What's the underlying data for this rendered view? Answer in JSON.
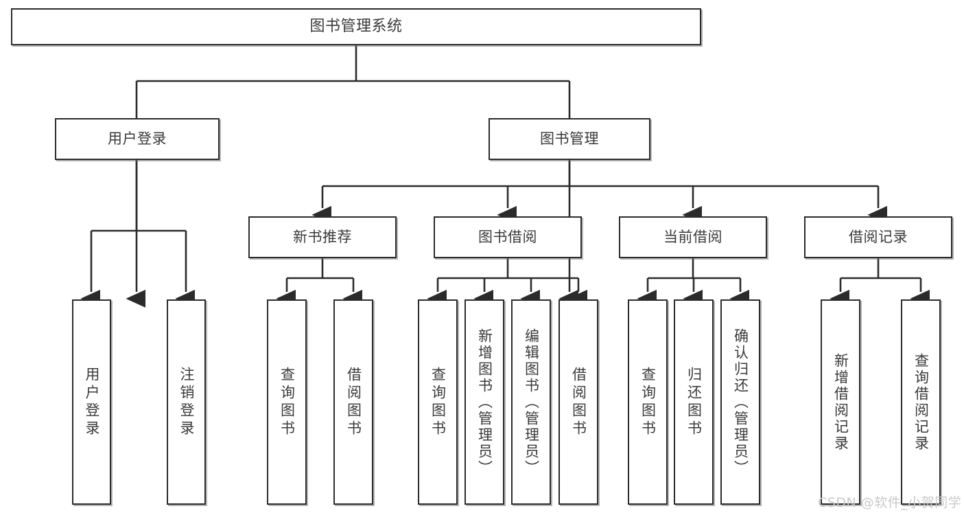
{
  "diagram": {
    "type": "tree-hierarchy-chart",
    "title": "图书管理系统",
    "root": {
      "id": "root",
      "label": "图书管理系统",
      "orientation": "horizontal"
    },
    "level2": [
      {
        "id": "user-login",
        "label": "用户登录",
        "orientation": "horizontal"
      },
      {
        "id": "book-manage",
        "label": "图书管理",
        "orientation": "horizontal"
      }
    ],
    "level3": [
      {
        "id": "new-book-recommend",
        "label": "新书推荐",
        "orientation": "horizontal"
      },
      {
        "id": "book-borrow",
        "label": "图书借阅",
        "orientation": "horizontal"
      },
      {
        "id": "current-borrow",
        "label": "当前借阅",
        "orientation": "horizontal"
      },
      {
        "id": "borrow-record",
        "label": "借阅记录",
        "orientation": "horizontal"
      }
    ],
    "leaves": {
      "user_login": [
        {
          "id": "leaf-user-login",
          "label": "用户登录"
        },
        {
          "id": "leaf-logout-login",
          "label": "注销登录"
        }
      ],
      "new_book_recommend": [
        {
          "id": "leaf-query-book-1",
          "label": "查询图书"
        },
        {
          "id": "leaf-borrow-book-1",
          "label": "借阅图书"
        }
      ],
      "book_borrow": [
        {
          "id": "leaf-query-book-2",
          "label": "查询图书"
        },
        {
          "id": "leaf-add-book-admin",
          "label": "新增图书（管理员）"
        },
        {
          "id": "leaf-edit-book-admin",
          "label": "编辑图书（管理员）"
        },
        {
          "id": "leaf-borrow-book-2",
          "label": "借阅图书"
        }
      ],
      "current_borrow": [
        {
          "id": "leaf-query-book-3",
          "label": "查询图书"
        },
        {
          "id": "leaf-return-book",
          "label": "归还图书"
        },
        {
          "id": "leaf-confirm-return-admin",
          "label": "确认归还（管理员）"
        }
      ],
      "borrow_record": [
        {
          "id": "leaf-add-borrow-record",
          "label": "新增借阅记录"
        },
        {
          "id": "leaf-query-borrow-record",
          "label": "查询借阅记录"
        }
      ]
    },
    "watermark": "CSDN @软件_小贺同学",
    "colors": {
      "box_border": "#2b2b2b",
      "box_fill": "#ffffff",
      "text": "#3a3a3a",
      "connector": "#2b2b2b",
      "watermark": "#c9c9c9",
      "background": "#ffffff"
    }
  }
}
